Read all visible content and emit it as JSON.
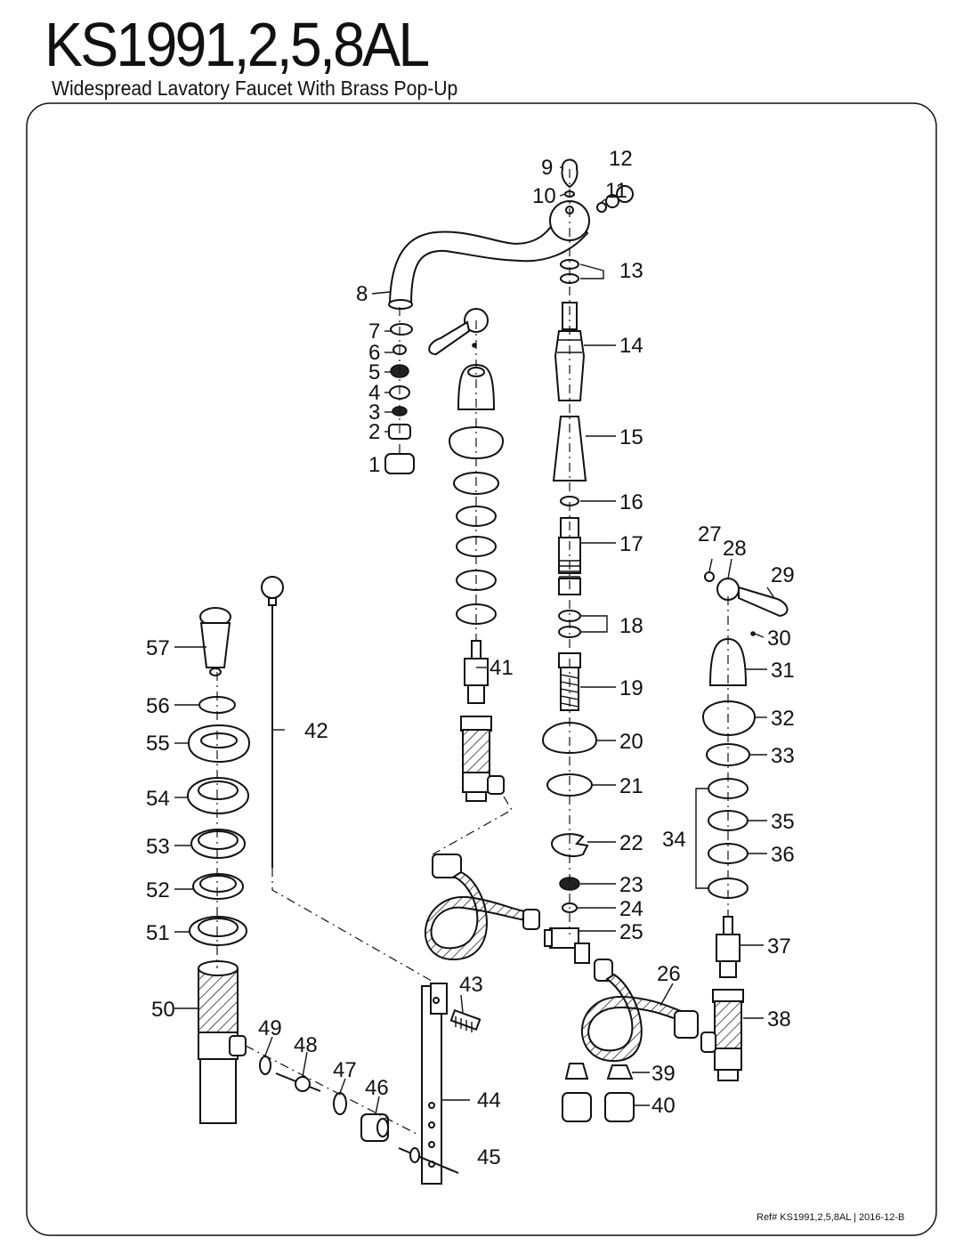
{
  "title": "KS1991,2,5,8AL",
  "subtitle": "Widespread Lavatory Faucet With Brass Pop-Up",
  "reference": "Ref# KS1991,2,5,8AL | 2016-12-B",
  "labels": [
    "1",
    "2",
    "3",
    "4",
    "5",
    "6",
    "7",
    "8",
    "9",
    "10",
    "11",
    "12",
    "13",
    "14",
    "15",
    "16",
    "17",
    "18",
    "19",
    "20",
    "21",
    "22",
    "23",
    "24",
    "25",
    "26",
    "27",
    "28",
    "29",
    "30",
    "31",
    "32",
    "33",
    "34",
    "35",
    "36",
    "37",
    "38",
    "39",
    "40",
    "41",
    "42",
    "43",
    "44",
    "45",
    "46",
    "47",
    "48",
    "49",
    "50",
    "51",
    "52",
    "53",
    "54",
    "55",
    "56",
    "57"
  ]
}
